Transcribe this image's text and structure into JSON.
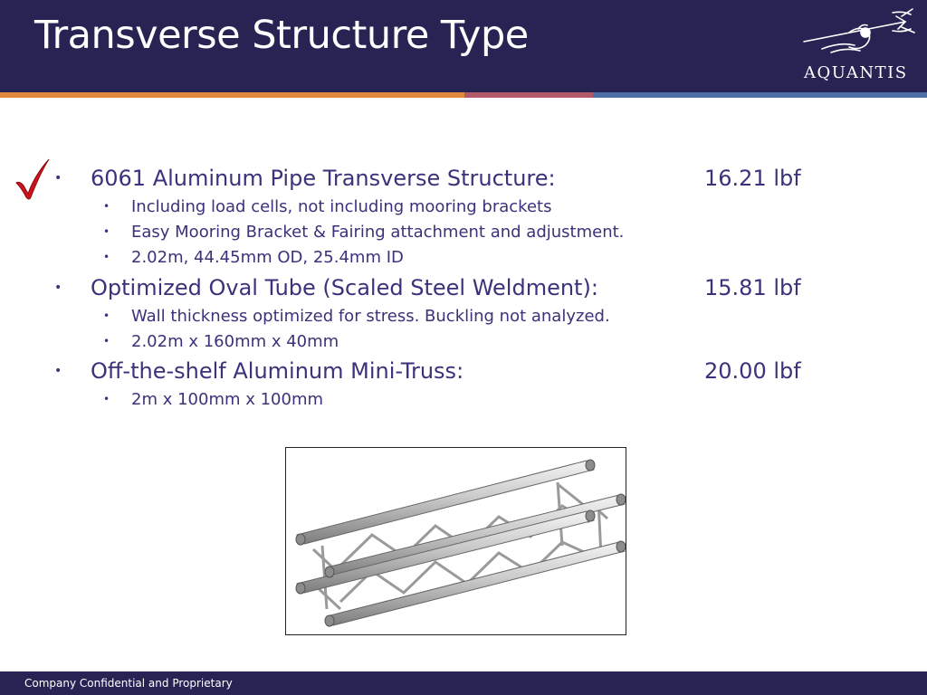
{
  "slide": {
    "title": "Transverse Structure Type",
    "logo_text": "AQUANTIS",
    "footer": "Company Confidential and Proprietary"
  },
  "options": [
    {
      "label": "6061 Aluminum Pipe Transverse Structure:",
      "weight": "16.21 lbf",
      "selected": true,
      "details": [
        "Including load cells, not including mooring brackets",
        "Easy Mooring Bracket & Fairing attachment and adjustment.",
        "2.02m, 44.45mm OD, 25.4mm ID"
      ]
    },
    {
      "label": "Optimized Oval Tube (Scaled Steel Weldment):",
      "weight": "15.81 lbf",
      "selected": false,
      "details": [
        "Wall thickness optimized for stress. Buckling not analyzed.",
        "2.02m x 160mm x 40mm"
      ]
    },
    {
      "label": "Off-the-shelf Aluminum Mini-Truss:",
      "weight": "20.00 lbf",
      "selected": false,
      "details": [
        "2m x 100mm x 100mm"
      ]
    }
  ],
  "colors": {
    "header_bg": "#272454",
    "text": "#3a327a",
    "check": "#d0121b",
    "stripe_orange": "#e0893a",
    "stripe_rose": "#b05a6a",
    "stripe_blue": "#4f6fa6"
  },
  "icons": {
    "selected_marker": "red-checkmark-icon",
    "logo": "trident-mermaid-logo-icon",
    "photo": "aluminum-box-truss-image"
  }
}
